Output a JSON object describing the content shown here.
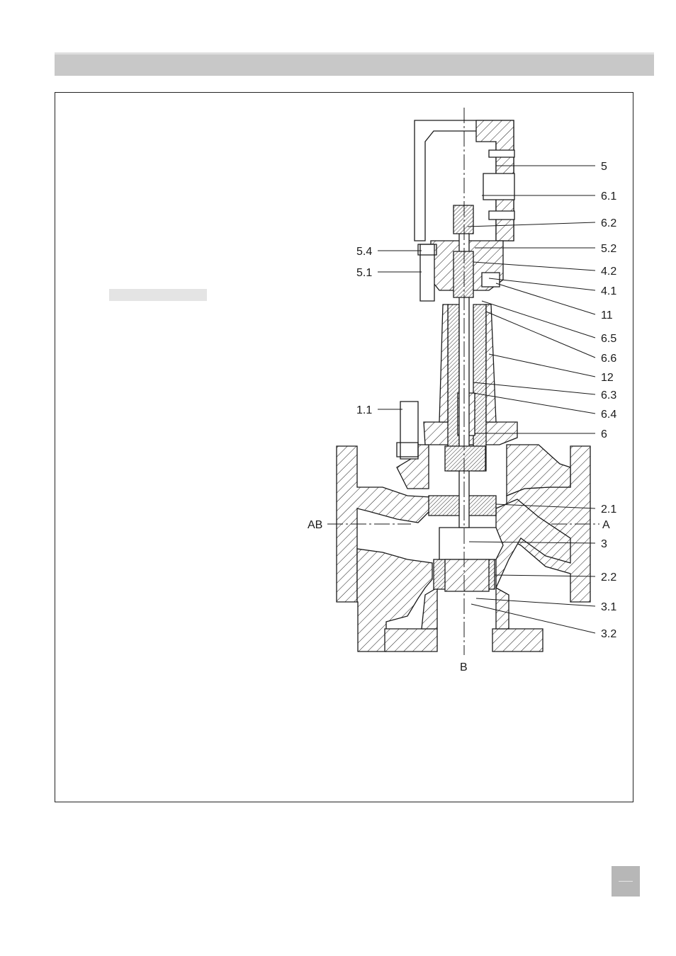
{
  "diagram": {
    "flow_labels": {
      "left_port": "AB",
      "right_port": "A",
      "bottom_port": "B"
    },
    "callouts": [
      {
        "id": "5",
        "side": "right"
      },
      {
        "id": "6.1",
        "side": "right"
      },
      {
        "id": "6.2",
        "side": "right"
      },
      {
        "id": "5.2",
        "side": "right"
      },
      {
        "id": "4.2",
        "side": "right"
      },
      {
        "id": "4.1",
        "side": "right"
      },
      {
        "id": "11",
        "side": "right"
      },
      {
        "id": "6.5",
        "side": "right"
      },
      {
        "id": "6.6",
        "side": "right"
      },
      {
        "id": "12",
        "side": "right"
      },
      {
        "id": "6.3",
        "side": "right"
      },
      {
        "id": "6.4",
        "side": "right"
      },
      {
        "id": "6",
        "side": "right"
      },
      {
        "id": "2.1",
        "side": "right"
      },
      {
        "id": "3",
        "side": "right"
      },
      {
        "id": "2.2",
        "side": "right"
      },
      {
        "id": "3.1",
        "side": "right"
      },
      {
        "id": "3.2",
        "side": "right"
      },
      {
        "id": "5.4",
        "side": "left"
      },
      {
        "id": "5.1",
        "side": "left"
      },
      {
        "id": "1.1",
        "side": "left"
      }
    ]
  },
  "colors": {
    "header_bar": "#c8c8c8",
    "page_tab": "#b7b7b7",
    "line": "#1a1a1a"
  }
}
